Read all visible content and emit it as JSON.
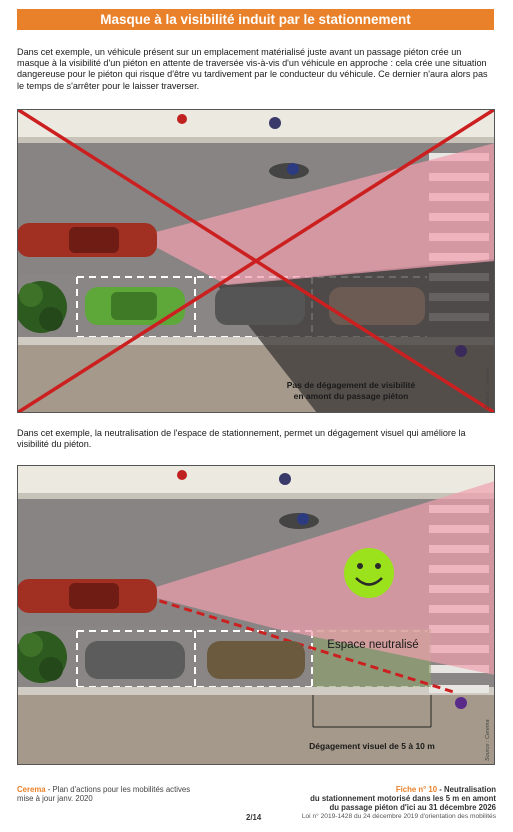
{
  "header": {
    "title": "Masque à la visibilité induit par le stationnement"
  },
  "section1": {
    "text": "Dans cet exemple, un véhicule présent sur un emplacement matérialisé juste avant un passage piéton crée un masque à la visibilité d'un piéton en attente de traversée vis-à-vis d'un véhicule en approche : cela crée une situation dangereuse pour le piéton qui risque d'être vu tardivement par le conducteur du véhicule. Ce dernier n'aura alors pas le temps de s'arrêter pour le laisser traverser.",
    "caption_line1": "Pas de dégagement de visibilité",
    "caption_line2": "en amont du passage piéton",
    "source": "Source : Cerema"
  },
  "section2": {
    "text": "Dans cet exemple, la neutralisation de l'espace de stationnement, permet un dégagement visuel qui améliore la visibilité du piéton.",
    "zone_label": "Espace neutralisé",
    "distance_label": "Dégagement visuel de 5 à 10 m",
    "source": "Source : Cerema"
  },
  "footer": {
    "brand": "Cerema",
    "plan": " - Plan d'actions pour les mobilités actives",
    "update": "mise à jour janv. 2020",
    "page": "2/14",
    "fiche_label": "Fiche n° 10",
    "fiche_title_1": " - Neutralisation",
    "fiche_title_2": "du stationnement motorisé dans les 5 m en amont",
    "fiche_title_3": "du passage piéton d'ici au 31 décembre 2026",
    "law": "Loi n° 2019-1428 du 24 décembre 2019 d'orientation des mobilités"
  },
  "colors": {
    "accent": "#e8812a",
    "cross": "#cc1f1f",
    "cone": "#f0a0ae",
    "smiley": "#9be21c"
  }
}
